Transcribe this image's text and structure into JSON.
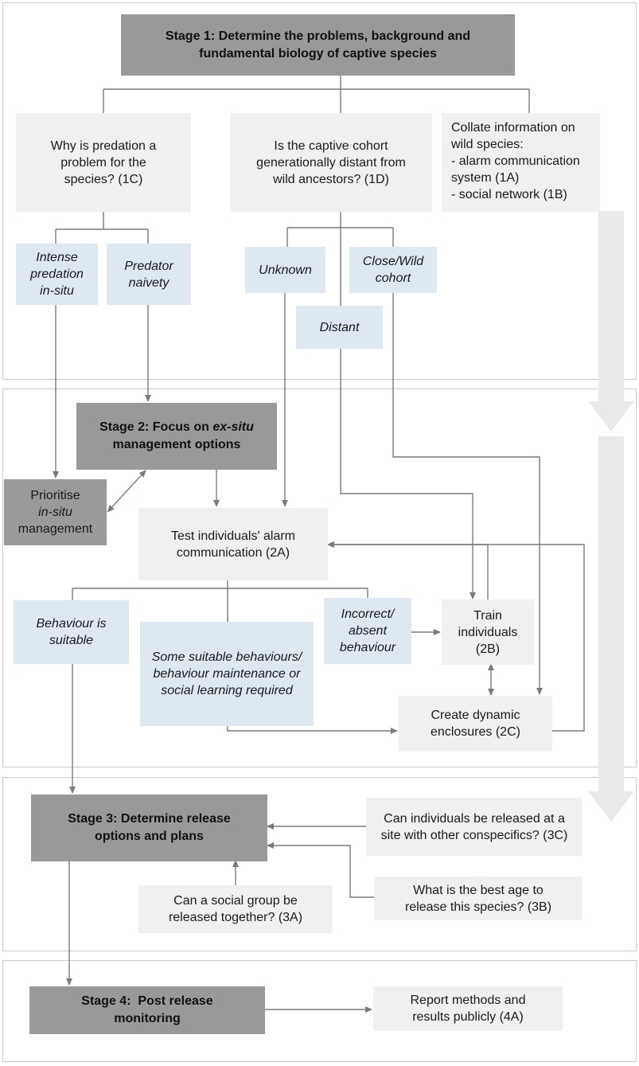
{
  "stage1": {
    "title_line1": "Stage 1: Determine the problems, background and",
    "title_line2": "fundamental biology of captive species",
    "q_predation": "Why is predation a problem for the species? (1C)",
    "q_distant": "Is the captive cohort generationally distant from wild ancestors? (1D)",
    "collate_title": "Collate information on wild species:",
    "collate_item1": "- alarm communication system (1A)",
    "collate_item2": "- social network (1B)",
    "intense": "Intense predation in-situ",
    "naivety": "Predator naivety",
    "unknown": "Unknown",
    "close_wild": "Close/Wild cohort",
    "distant": "Distant"
  },
  "stage2": {
    "title_line1": "Stage 2: Focus on",
    "title_em": "ex-situ",
    "title_line2": "management options",
    "prioritise_a": "Prioritise",
    "prioritise_b": "in-situ",
    "prioritise_c": "management",
    "test": "Test individuals' alarm communication (2A)",
    "suitable": "Behaviour is suitable",
    "some": "Some suitable behaviours/ behaviour maintenance or social learning required",
    "incorrect": "Incorrect/ absent behaviour",
    "train": "Train individuals (2B)",
    "enclosures": "Create dynamic enclosures (2C)"
  },
  "stage3": {
    "title": "Stage 3: Determine release options and plans",
    "q3c": "Can individuals be released at a site with other conspecifics? (3C)",
    "q3b": "What is the best age to release this species? (3B)",
    "q3a": "Can a social group be released together? (3A)"
  },
  "stage4": {
    "title": "Stage 4:  Post release monitoring",
    "report": "Report methods and results publicly (4A)"
  }
}
